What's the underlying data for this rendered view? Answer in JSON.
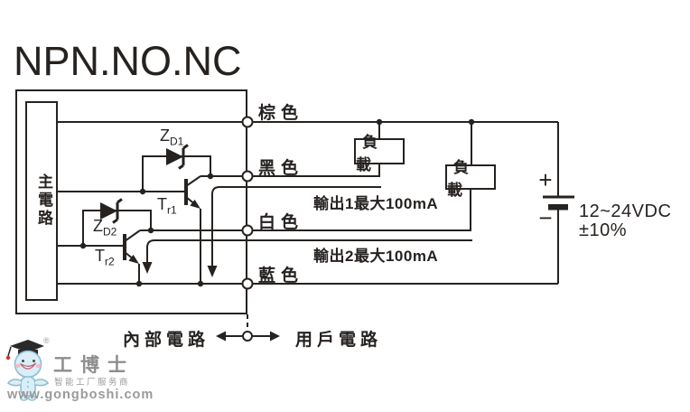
{
  "title": "NPN.NO.NC",
  "circuit": {
    "main_block_label": "主電路",
    "wire_labels": {
      "brown": "棕色",
      "black": "黑色",
      "white": "白色",
      "blue": "藍色"
    },
    "components": {
      "zd1": {
        "base": "Z",
        "sub": "D1"
      },
      "zd2": {
        "base": "Z",
        "sub": "D2"
      },
      "tr1": {
        "base": "T",
        "sub": "r1"
      },
      "tr2": {
        "base": "T",
        "sub": "r2"
      }
    },
    "outputs": {
      "output1": "輸出1最大100mA",
      "output2": "輸出2最大100mA"
    },
    "loads": {
      "load1": "負載",
      "load2": "負載"
    },
    "power": {
      "plus": "+",
      "minus": "−",
      "voltage": "12~24VDC",
      "tolerance": "±10%"
    },
    "boundary": {
      "internal": "內部電路",
      "external": "用戶電路"
    }
  },
  "watermark": {
    "registered": "®",
    "brand": "工博士",
    "slogan": "智能工厂服务商",
    "url": "www.gongboshi.com"
  },
  "colors": {
    "line": "#262220",
    "watermark_gray": "#9a9a9a",
    "mascot_blue": "#d9eef7",
    "tassel_red": "#cc3333",
    "cheek_pink": "#f5b9ca"
  }
}
